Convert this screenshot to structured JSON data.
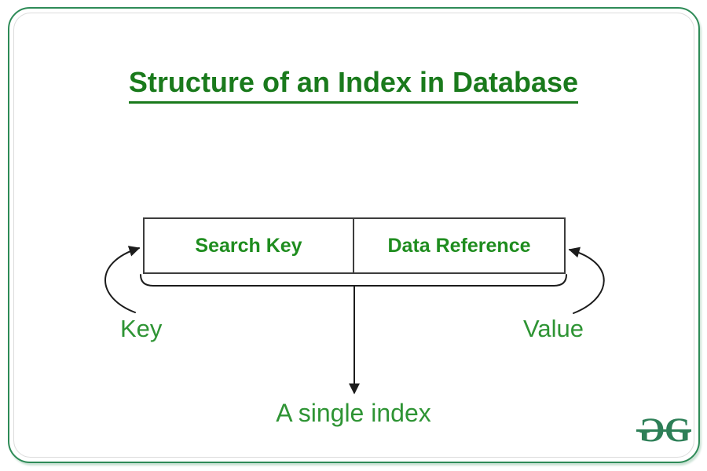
{
  "title": "Structure of an Index in Database",
  "table": {
    "columns": [
      {
        "label": "Search Key"
      },
      {
        "label": "Data Reference"
      }
    ]
  },
  "labels": {
    "key": "Key",
    "value": "Value",
    "single_index": "A single index"
  },
  "logo": {
    "name": "geeksforgeeks-logo",
    "left_glyph": "G",
    "right_glyph": "G"
  },
  "icons": {
    "key_arrow": "curved-arrow-pointing-right",
    "value_arrow": "curved-arrow-pointing-left",
    "index_arrow": "straight-arrow-down",
    "brace": "bottom-bracket"
  },
  "theme": {
    "title_green": "#1a7a1c",
    "cell_green": "#1f8d1f",
    "label_green": "#2e9434",
    "border_green": "#2e8b57",
    "logo_green": "#2d7f57",
    "line_color": "#1c1c1c",
    "table_border": "#3d3d3d"
  }
}
